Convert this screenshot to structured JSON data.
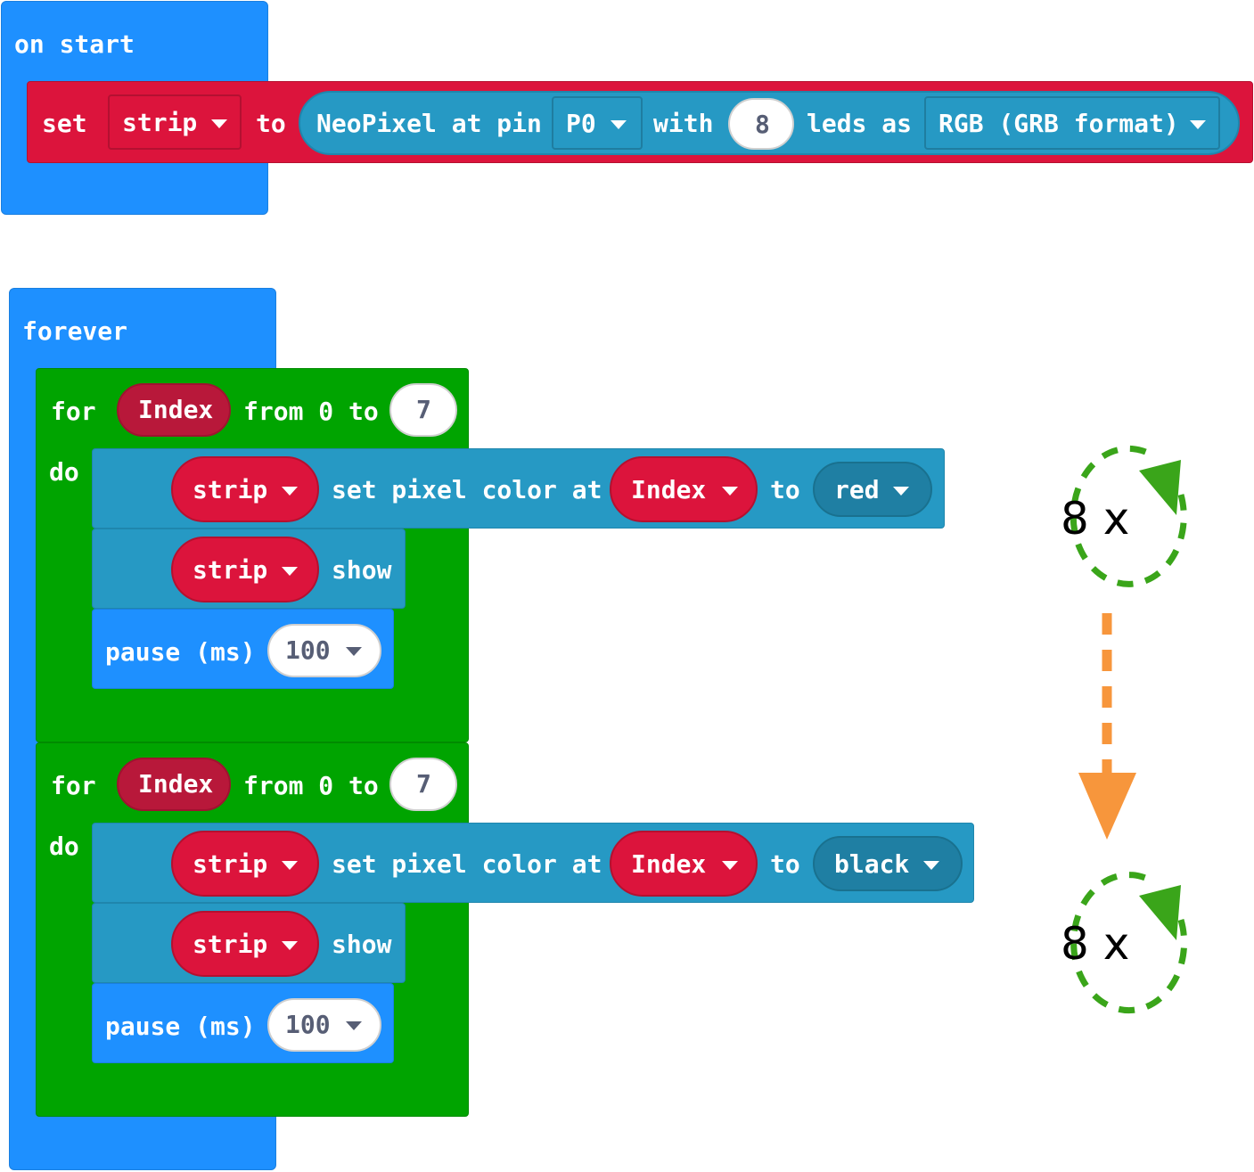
{
  "on_start": {
    "hat_label": "on start",
    "set_block": {
      "set_label": "set",
      "variable": "strip",
      "to_label": "to",
      "neopixel": {
        "label": "NeoPixel at pin",
        "pin": "P0",
        "with_label": "with",
        "count": "8",
        "leds_as_label": "leds as",
        "mode": "RGB (GRB format)"
      }
    }
  },
  "forever": {
    "hat_label": "forever",
    "loops": [
      {
        "for_label": "for",
        "var": "Index",
        "from_to_label": "from 0 to",
        "end": "7",
        "do_label": "do",
        "set_pixel": {
          "strip": "strip",
          "label": "set pixel color at",
          "index": "Index",
          "to_label": "to",
          "color": "red"
        },
        "show": {
          "strip": "strip",
          "label": "show"
        },
        "pause": {
          "label": "pause (ms)",
          "value": "100"
        }
      },
      {
        "for_label": "for",
        "var": "Index",
        "from_to_label": "from 0 to",
        "end": "7",
        "do_label": "do",
        "set_pixel": {
          "strip": "strip",
          "label": "set pixel color at",
          "index": "Index",
          "to_label": "to",
          "color": "black"
        },
        "show": {
          "strip": "strip",
          "label": "show"
        },
        "pause": {
          "label": "pause (ms)",
          "value": "100"
        }
      }
    ]
  },
  "annotations": {
    "loop_1_label": "8 x",
    "loop_2_label": "8 x",
    "loop_color": "#3aa51a",
    "arrow_color": "#f7963c"
  },
  "colors": {
    "event": "#1e90ff",
    "loop": "#00a400",
    "neopixel": "#2699c4",
    "variable": "#dc143c"
  }
}
